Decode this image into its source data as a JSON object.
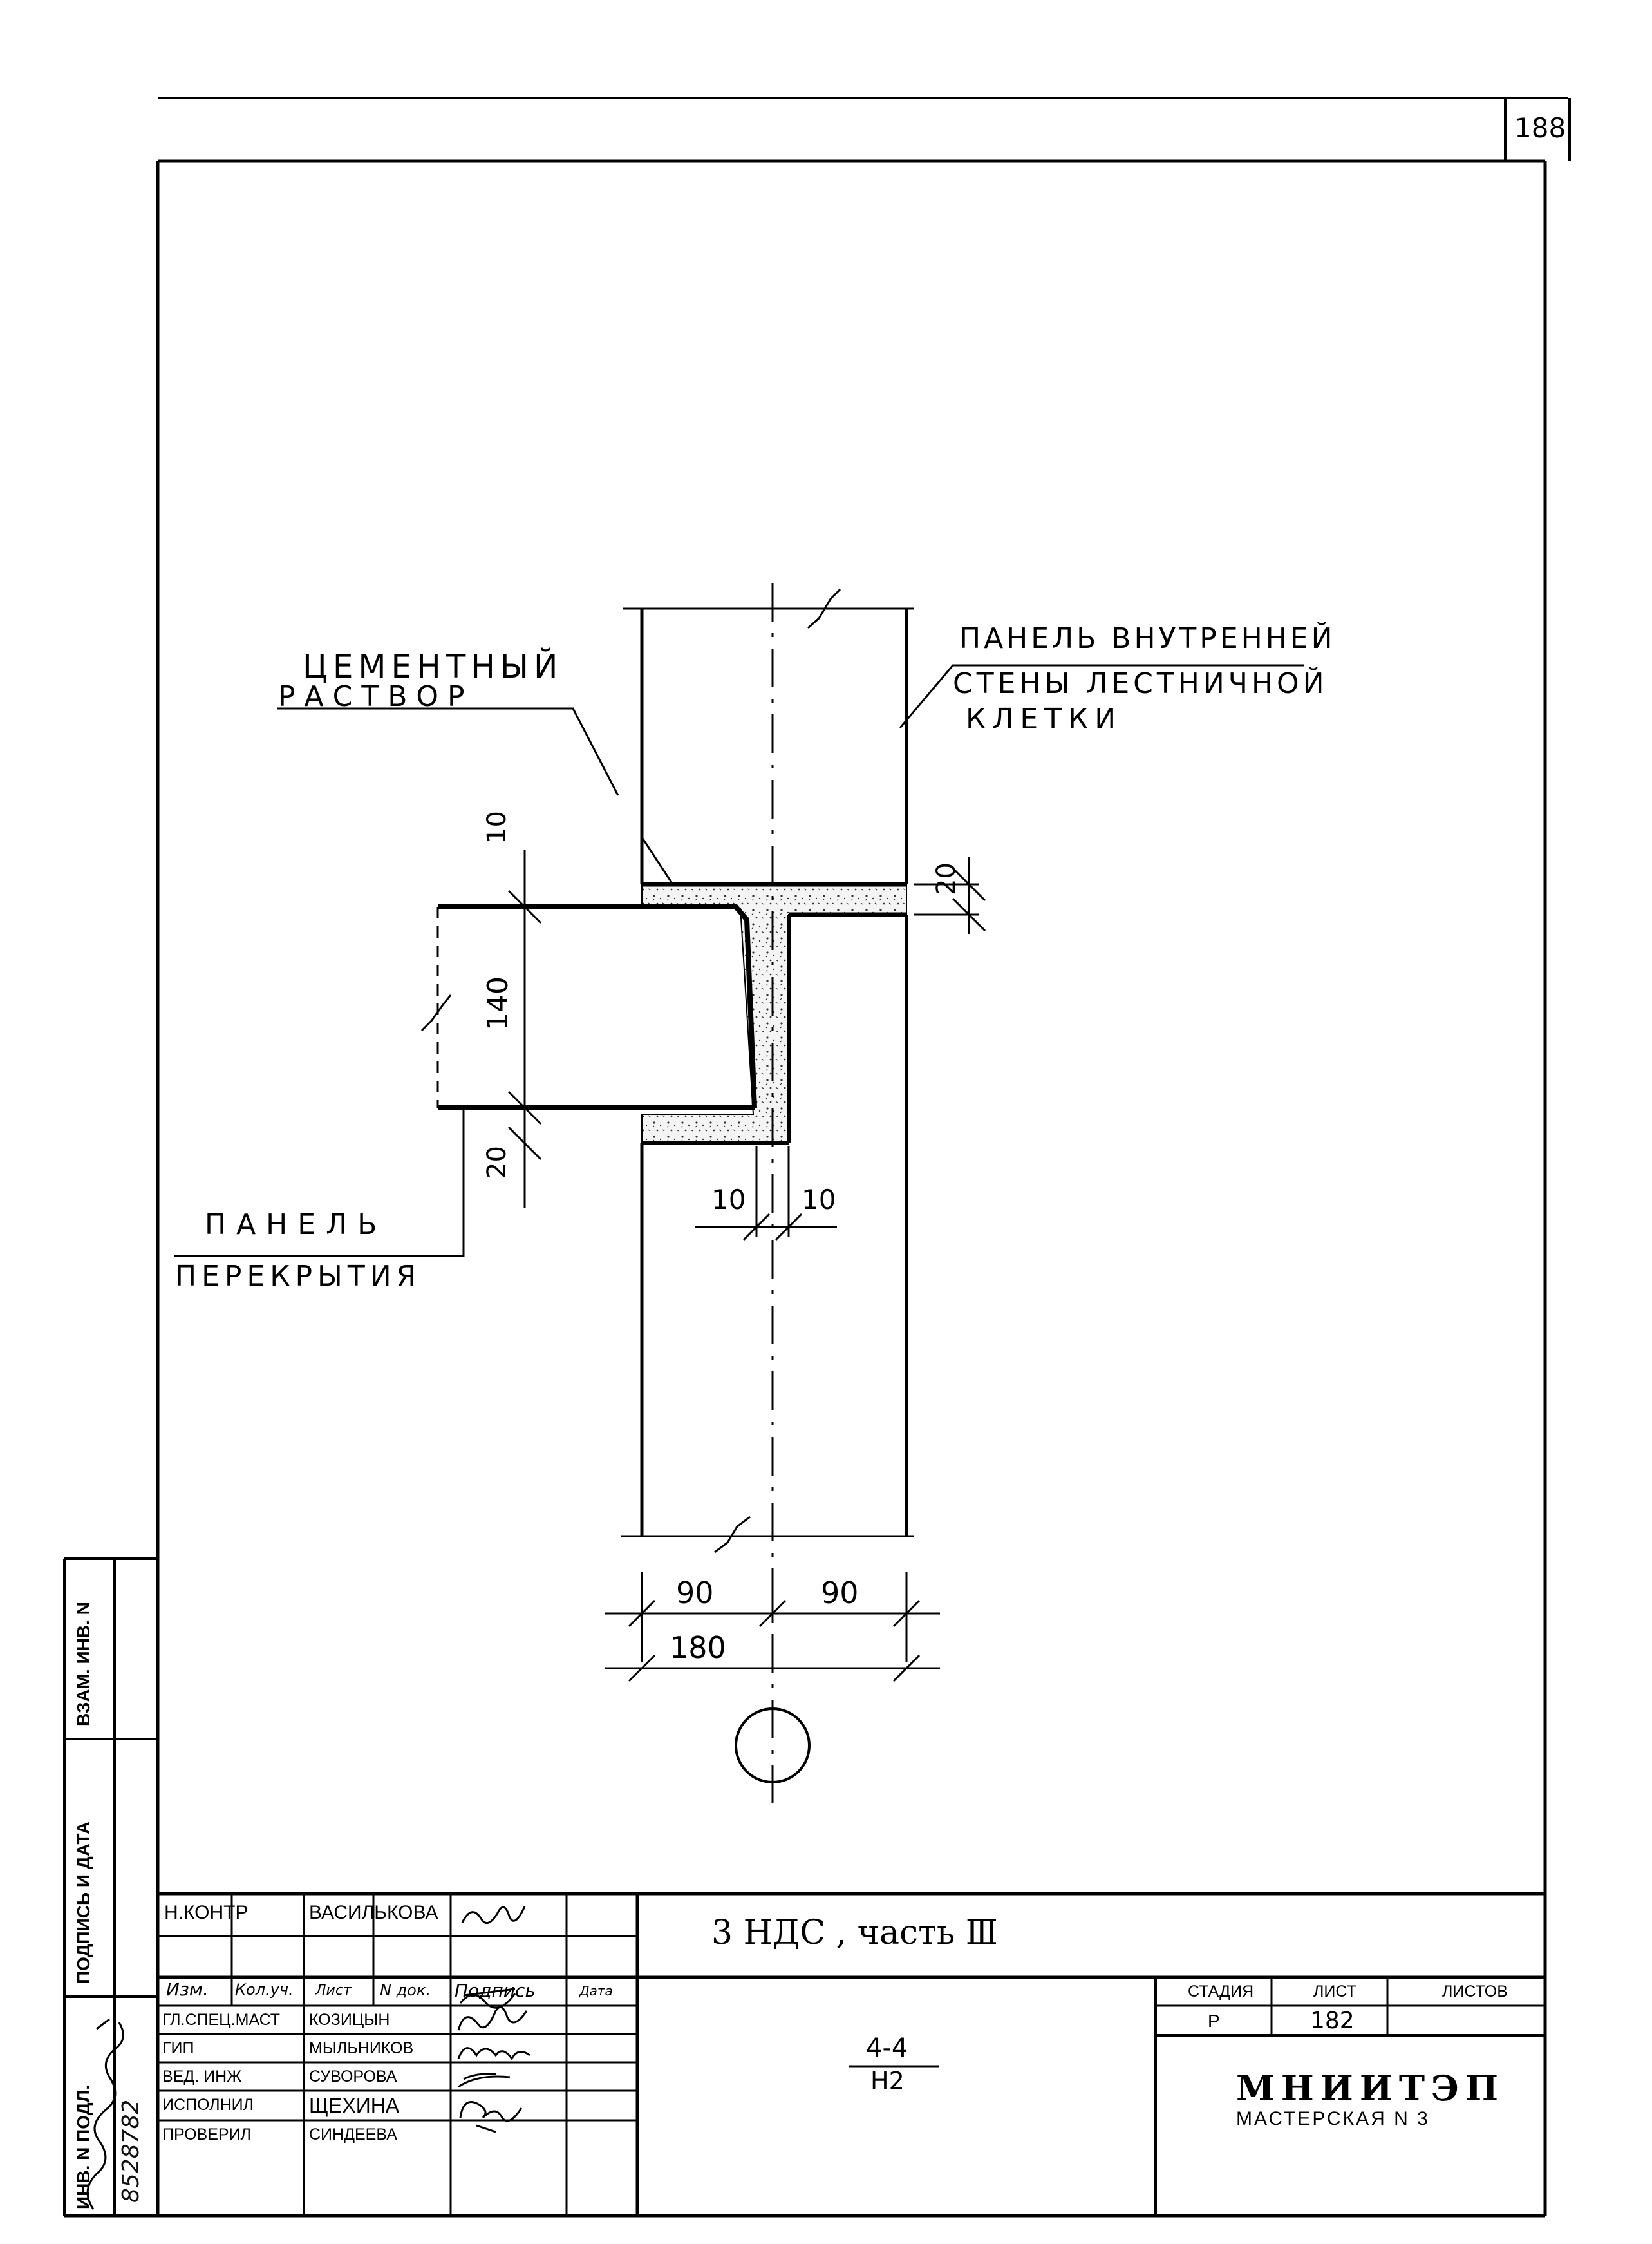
{
  "sheet_corner_number": "188",
  "labels": {
    "cement_mortar_line1": "ЦЕМЕНТНЫЙ",
    "cement_mortar_line2": "РАСТВОР",
    "wall_panel_line1": "ПАНЕЛЬ ВНУТРЕННЕЙ",
    "wall_panel_line2": "СТЕНЫ ЛЕСТНИЧНОЙ",
    "wall_panel_line3": "КЛЕТКИ",
    "floor_panel_line1": "ПАНЕЛЬ",
    "floor_panel_line2": "ПЕРЕКРЫТИЯ"
  },
  "dimensions": {
    "top_gap": "10",
    "slab_thickness": "140",
    "bottom_gap": "20",
    "wall_gap": "20",
    "left_offset": "10",
    "right_offset": "10",
    "half_left": "90",
    "half_right": "90",
    "wall_width": "180"
  },
  "side_stamp": {
    "inv_no_orig": "ИНВ. N ПОДЛ.",
    "signature_date": "ПОДПИСЬ И ДАТА",
    "replaced_inv": "ВЗАМ. ИНВ. N",
    "handwritten_inv": "8528782"
  },
  "title_block": {
    "norm_control_role": "Н.КОНТР",
    "norm_control_name": "ВАСИЛЬКОВА",
    "header": {
      "change": "Изм.",
      "qty": "Кол.уч.",
      "sheet": "Лист",
      "doc_no": "N док.",
      "signature": "Подпись",
      "date": "Дата"
    },
    "people": [
      {
        "role": "ГЛ.СПЕЦ.МАСТ",
        "name": "КОЗИЦЫН"
      },
      {
        "role": "ГИП",
        "name": "МЫЛЬНИКОВ"
      },
      {
        "role": "ВЕД. ИНЖ",
        "name": "СУВОРОВА"
      },
      {
        "role": "ИСПОЛНИЛ",
        "name": "ЩЕХИНА"
      },
      {
        "role": "ПРОВЕРИЛ",
        "name": "СИНДЕЕВА"
      }
    ],
    "project_title": "3 НДС , часть Ⅲ",
    "detail_top": "4-4",
    "detail_bottom": "H2",
    "stage_label": "СТАДИЯ",
    "sheet_label": "ЛИСТ",
    "sheets_label": "ЛИСТОВ",
    "stage_value": "Р",
    "sheet_value": "182",
    "sheets_value": "",
    "org_name": "МНИИТЭП",
    "org_unit": "МАСТЕРСКАЯ N 3"
  }
}
